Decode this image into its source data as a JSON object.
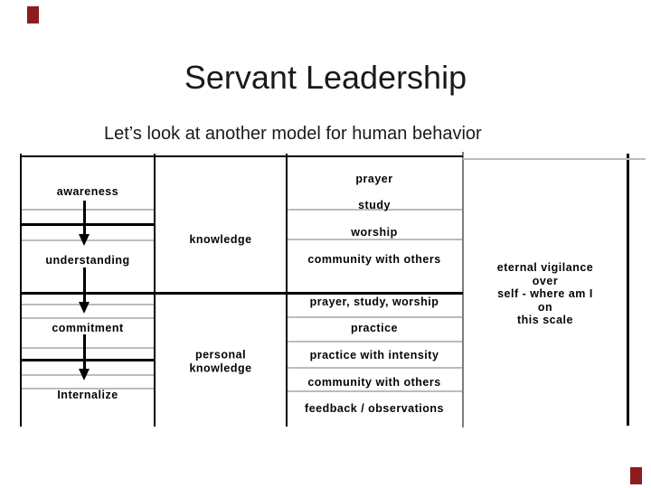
{
  "slide": {
    "title": "Servant Leadership",
    "subtitle": "Let’s look at another model for human behavior"
  },
  "theme": {
    "background": "#ffffff",
    "text_color": "#1a1a1a",
    "table_line_black": "#000000",
    "table_line_gray": "#bcbcbc",
    "corner_accent_color": "#8e1b1e"
  },
  "decorations": {
    "corner_accents": [
      "top-left",
      "bottom-right"
    ]
  },
  "figure": {
    "ladder": {
      "arrow_icon": "down-arrow",
      "steps": [
        "awareness",
        "understanding",
        "commitment",
        "Internalize"
      ]
    },
    "knowledge_column": {
      "top": "knowledge",
      "bottom": "personal\nknowledge"
    },
    "practices_column": {
      "top": [
        "prayer",
        "study",
        "worship",
        "community with others"
      ],
      "bottom": [
        "prayer, study, worship",
        "practice",
        "practice with intensity",
        "community with others",
        "feedback / observations"
      ]
    },
    "vigilance_note": "eternal vigilance over\nself - where am I on\nthis scale"
  }
}
